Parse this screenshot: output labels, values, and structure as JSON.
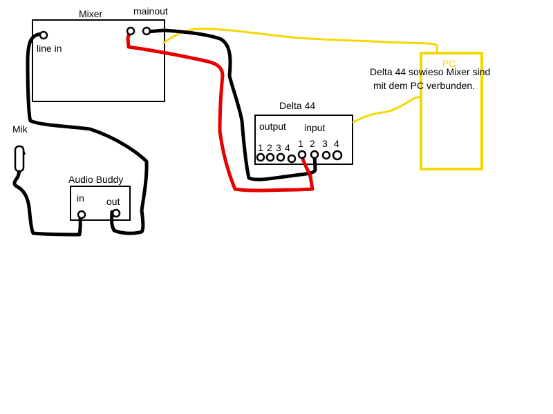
{
  "labels": {
    "mixer_title": "Mixer",
    "mixer_mainout": "mainout",
    "mixer_line_in": "line in",
    "mik": "Mik",
    "audio_buddy_title": "Audio Buddy",
    "audio_buddy_in": "in",
    "audio_buddy_out": "out",
    "delta_title": "Delta 44",
    "delta_output": "output",
    "delta_input": "input",
    "delta_output_ports": [
      "1",
      "2",
      "3",
      "4"
    ],
    "delta_input_ports": [
      "1",
      "2",
      "3",
      "4"
    ],
    "pc_title": "PC",
    "note_line1": "Delta 44 sowieso Mixer sind",
    "note_line2": "mit dem PC verbunden."
  },
  "colors": {
    "black_cable": "#000000",
    "red_cable": "#e60000",
    "yellow_cable": "#f5d800"
  }
}
